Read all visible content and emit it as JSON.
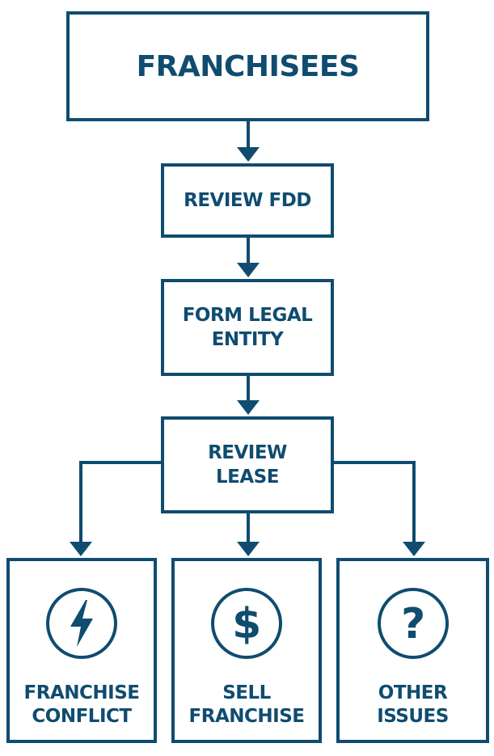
{
  "colors": {
    "primary": "#0f4c70",
    "background": "#ffffff"
  },
  "nodes": {
    "root": "FRANCHISEES",
    "review_fdd": "REVIEW FDD",
    "form_legal_entity": "FORM LEGAL\nENTITY",
    "review_lease": "REVIEW\nLEASE"
  },
  "outcomes": [
    {
      "icon": "lightning-bolt-icon",
      "label": "FRANCHISE\nCONFLICT"
    },
    {
      "icon": "dollar-sign-icon",
      "label": "SELL\nFRANCHISE"
    },
    {
      "icon": "question-mark-icon",
      "label": "OTHER\nISSUES"
    }
  ]
}
